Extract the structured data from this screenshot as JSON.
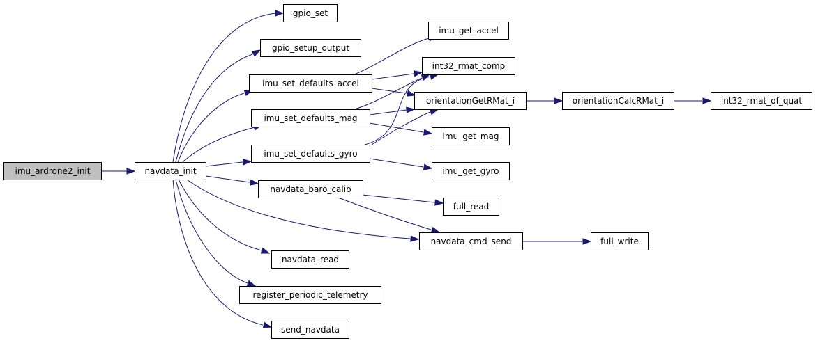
{
  "diagram": {
    "type": "call-graph",
    "edge_color": "#191970",
    "root_fill": "#bfbfbf",
    "nodes": [
      {
        "id": "imu_ardrone2_init",
        "label": "imu_ardrone2_init",
        "root": true
      },
      {
        "id": "navdata_init",
        "label": "navdata_init"
      },
      {
        "id": "gpio_set",
        "label": "gpio_set"
      },
      {
        "id": "gpio_setup_output",
        "label": "gpio_setup_output"
      },
      {
        "id": "imu_set_defaults_accel",
        "label": "imu_set_defaults_accel"
      },
      {
        "id": "imu_set_defaults_mag",
        "label": "imu_set_defaults_mag"
      },
      {
        "id": "imu_set_defaults_gyro",
        "label": "imu_set_defaults_gyro"
      },
      {
        "id": "navdata_baro_calib",
        "label": "navdata_baro_calib"
      },
      {
        "id": "navdata_read",
        "label": "navdata_read"
      },
      {
        "id": "register_periodic_telemetry",
        "label": "register_periodic_telemetry"
      },
      {
        "id": "send_navdata",
        "label": "send_navdata"
      },
      {
        "id": "imu_get_accel",
        "label": "imu_get_accel"
      },
      {
        "id": "int32_rmat_comp",
        "label": "int32_rmat_comp"
      },
      {
        "id": "orientationGetRMat_i",
        "label": "orientationGetRMat_i"
      },
      {
        "id": "imu_get_mag",
        "label": "imu_get_mag"
      },
      {
        "id": "imu_get_gyro",
        "label": "imu_get_gyro"
      },
      {
        "id": "full_read",
        "label": "full_read"
      },
      {
        "id": "navdata_cmd_send",
        "label": "navdata_cmd_send"
      },
      {
        "id": "orientationCalcRMat_i",
        "label": "orientationCalcRMat_i"
      },
      {
        "id": "int32_rmat_of_quat",
        "label": "int32_rmat_of_quat"
      },
      {
        "id": "full_write",
        "label": "full_write"
      }
    ],
    "edges": [
      [
        "imu_ardrone2_init",
        "navdata_init"
      ],
      [
        "navdata_init",
        "gpio_set"
      ],
      [
        "navdata_init",
        "gpio_setup_output"
      ],
      [
        "navdata_init",
        "imu_set_defaults_accel"
      ],
      [
        "navdata_init",
        "imu_set_defaults_mag"
      ],
      [
        "navdata_init",
        "imu_set_defaults_gyro"
      ],
      [
        "navdata_init",
        "navdata_baro_calib"
      ],
      [
        "navdata_init",
        "navdata_cmd_send"
      ],
      [
        "navdata_init",
        "navdata_read"
      ],
      [
        "navdata_init",
        "register_periodic_telemetry"
      ],
      [
        "navdata_init",
        "send_navdata"
      ],
      [
        "imu_set_defaults_accel",
        "imu_get_accel"
      ],
      [
        "imu_set_defaults_accel",
        "int32_rmat_comp"
      ],
      [
        "imu_set_defaults_accel",
        "orientationGetRMat_i"
      ],
      [
        "imu_set_defaults_mag",
        "int32_rmat_comp"
      ],
      [
        "imu_set_defaults_mag",
        "orientationGetRMat_i"
      ],
      [
        "imu_set_defaults_mag",
        "imu_get_mag"
      ],
      [
        "imu_set_defaults_gyro",
        "int32_rmat_comp"
      ],
      [
        "imu_set_defaults_gyro",
        "orientationGetRMat_i"
      ],
      [
        "imu_set_defaults_gyro",
        "imu_get_gyro"
      ],
      [
        "navdata_baro_calib",
        "full_read"
      ],
      [
        "navdata_baro_calib",
        "navdata_cmd_send"
      ],
      [
        "orientationGetRMat_i",
        "orientationCalcRMat_i"
      ],
      [
        "orientationCalcRMat_i",
        "int32_rmat_of_quat"
      ],
      [
        "navdata_cmd_send",
        "full_write"
      ]
    ]
  }
}
